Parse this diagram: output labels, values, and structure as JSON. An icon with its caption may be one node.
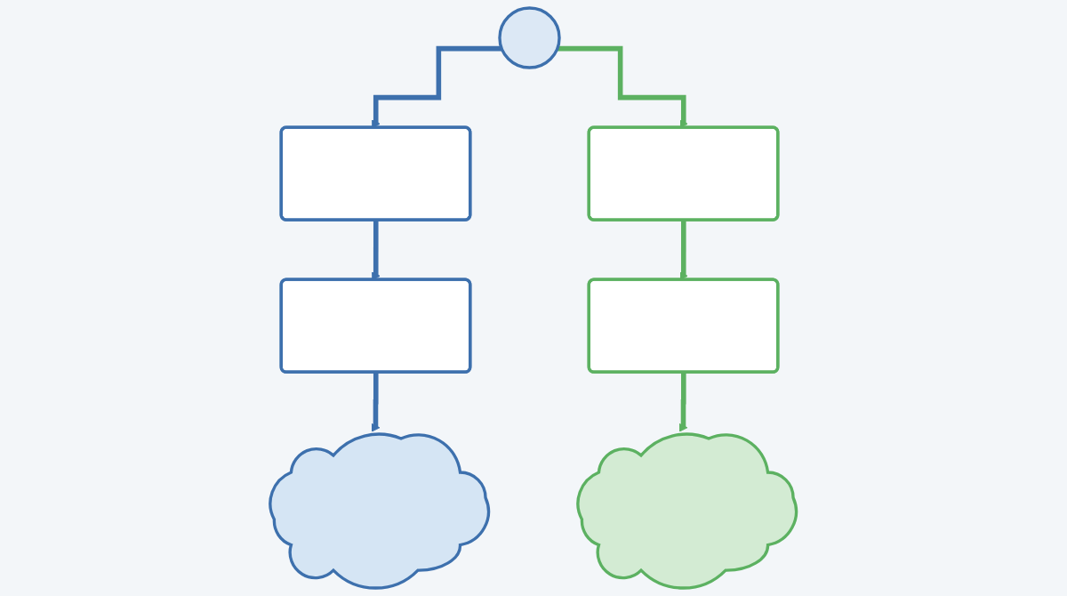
{
  "diagram": {
    "nodes": [
      {
        "text": [],
        "shape": "circle"
      },
      {
        "text": [],
        "shape": "box"
      },
      {
        "text": [],
        "shape": "box"
      },
      {
        "text": [],
        "shape": "box"
      },
      {
        "text": [],
        "shape": "box"
      },
      {
        "text": [],
        "shape": "cloud"
      },
      {
        "text": [],
        "shape": "cloud"
      }
    ],
    "edges": [
      {
        "from": 0,
        "to": 1,
        "arrow": "to",
        "color": "#3d70ad"
      },
      {
        "from": 0,
        "to": 2,
        "arrow": "to",
        "color": "#5cb161"
      },
      {
        "from": 1,
        "to": 3,
        "arrow": "to",
        "color": "#3d70ad"
      },
      {
        "from": 2,
        "to": 4,
        "arrow": "to",
        "color": "#5cb161"
      },
      {
        "from": 3,
        "to": 5,
        "arrow": "to",
        "color": "#3d70ad"
      },
      {
        "from": 4,
        "to": 6,
        "arrow": "to",
        "color": "#5cb161"
      }
    ]
  }
}
